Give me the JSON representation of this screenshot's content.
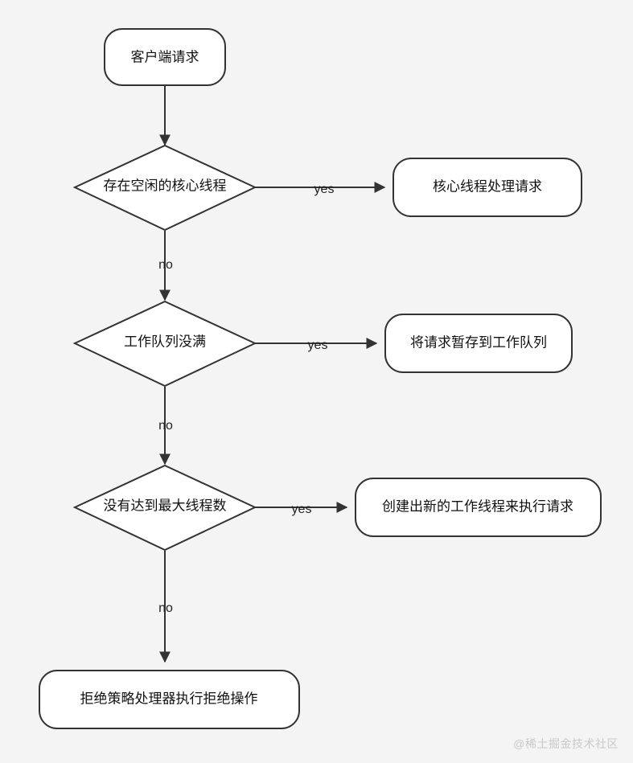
{
  "diagram": {
    "type": "flowchart",
    "background_color": "#f4f4f4",
    "node_fill": "#ffffff",
    "node_stroke": "#333333",
    "text_color": "#111111",
    "nodes": [
      {
        "id": "start",
        "shape": "rounded-rect",
        "label": "客户端请求"
      },
      {
        "id": "has_idle_core",
        "shape": "diamond",
        "label": "存在空闲的核心线程"
      },
      {
        "id": "core_handle",
        "shape": "rounded-rect",
        "label": "核心线程处理请求"
      },
      {
        "id": "queue_notfull",
        "shape": "diamond",
        "label": "工作队列没满"
      },
      {
        "id": "queue_store",
        "shape": "rounded-rect",
        "label": "将请求暂存到工作队列"
      },
      {
        "id": "under_max",
        "shape": "diamond",
        "label": "没有达到最大线程数"
      },
      {
        "id": "create_worker",
        "shape": "rounded-rect",
        "label": "创建出新的工作线程来执行请求"
      },
      {
        "id": "reject",
        "shape": "rounded-rect",
        "label": "拒绝策略处理器执行拒绝操作"
      }
    ],
    "edges": [
      {
        "id": "e1",
        "from": "start",
        "to": "has_idle_core",
        "label": ""
      },
      {
        "id": "e2",
        "from": "has_idle_core",
        "to": "core_handle",
        "label": "yes"
      },
      {
        "id": "e3",
        "from": "has_idle_core",
        "to": "queue_notfull",
        "label": "no"
      },
      {
        "id": "e4",
        "from": "queue_notfull",
        "to": "queue_store",
        "label": "yes"
      },
      {
        "id": "e5",
        "from": "queue_notfull",
        "to": "under_max",
        "label": "no"
      },
      {
        "id": "e6",
        "from": "under_max",
        "to": "create_worker",
        "label": "yes"
      },
      {
        "id": "e7",
        "from": "under_max",
        "to": "reject",
        "label": "no"
      }
    ]
  },
  "watermark": {
    "text": "@稀土掘金技术社区"
  }
}
